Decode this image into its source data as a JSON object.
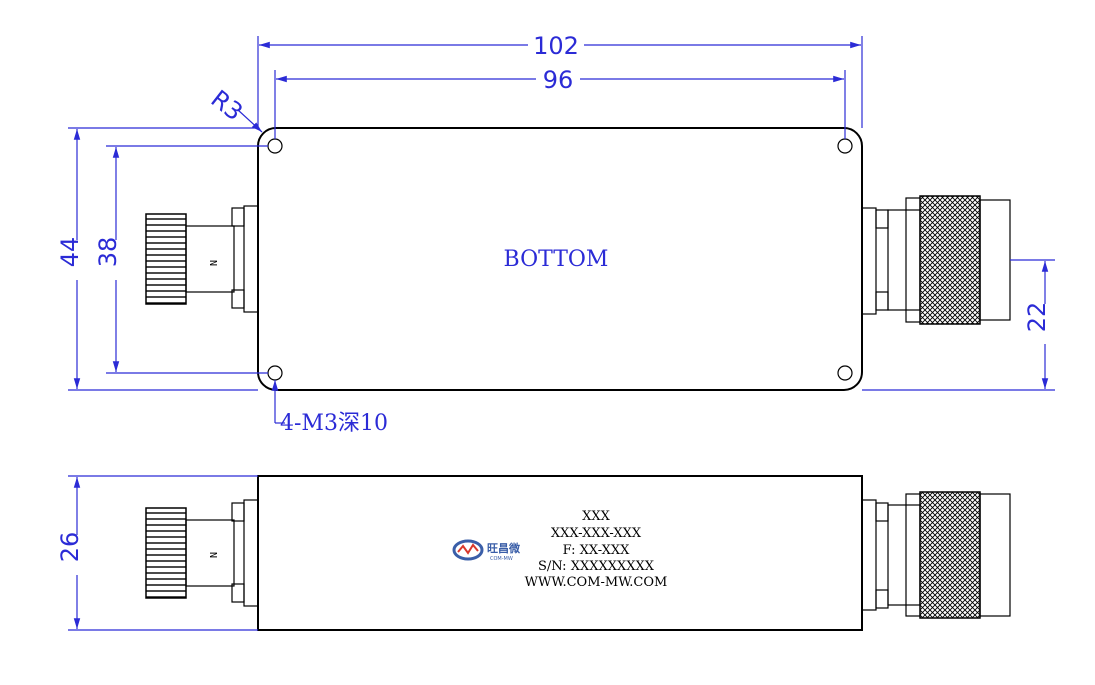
{
  "top_view": {
    "center_label": "BOTTOM",
    "dim_overall_length": "102",
    "dim_hole_spacing_x": "96",
    "dim_corner_radius": "R3",
    "dim_overall_width": "44",
    "dim_hole_spacing_y": "38",
    "dim_connector_offset": "22",
    "hole_note": "4-M3深10",
    "connector_marking": "N"
  },
  "side_view": {
    "dim_height": "26",
    "connector_marking": "N",
    "nameplate": {
      "line1": "XXX",
      "line2": "XXX-XXX-XXX",
      "line3": "F: XX-XXX",
      "line4": "S/N: XXXXXXXXX",
      "line5": "WWW.COM-MW.COM",
      "logo_cn": "旺昌微",
      "logo_en": "COM-MW",
      "logo_mark": "MW"
    }
  },
  "colors": {
    "dimension": "#2b2bd6",
    "outline": "#000000",
    "logo_blue": "#3a5ea8",
    "logo_red": "#d8382c"
  }
}
